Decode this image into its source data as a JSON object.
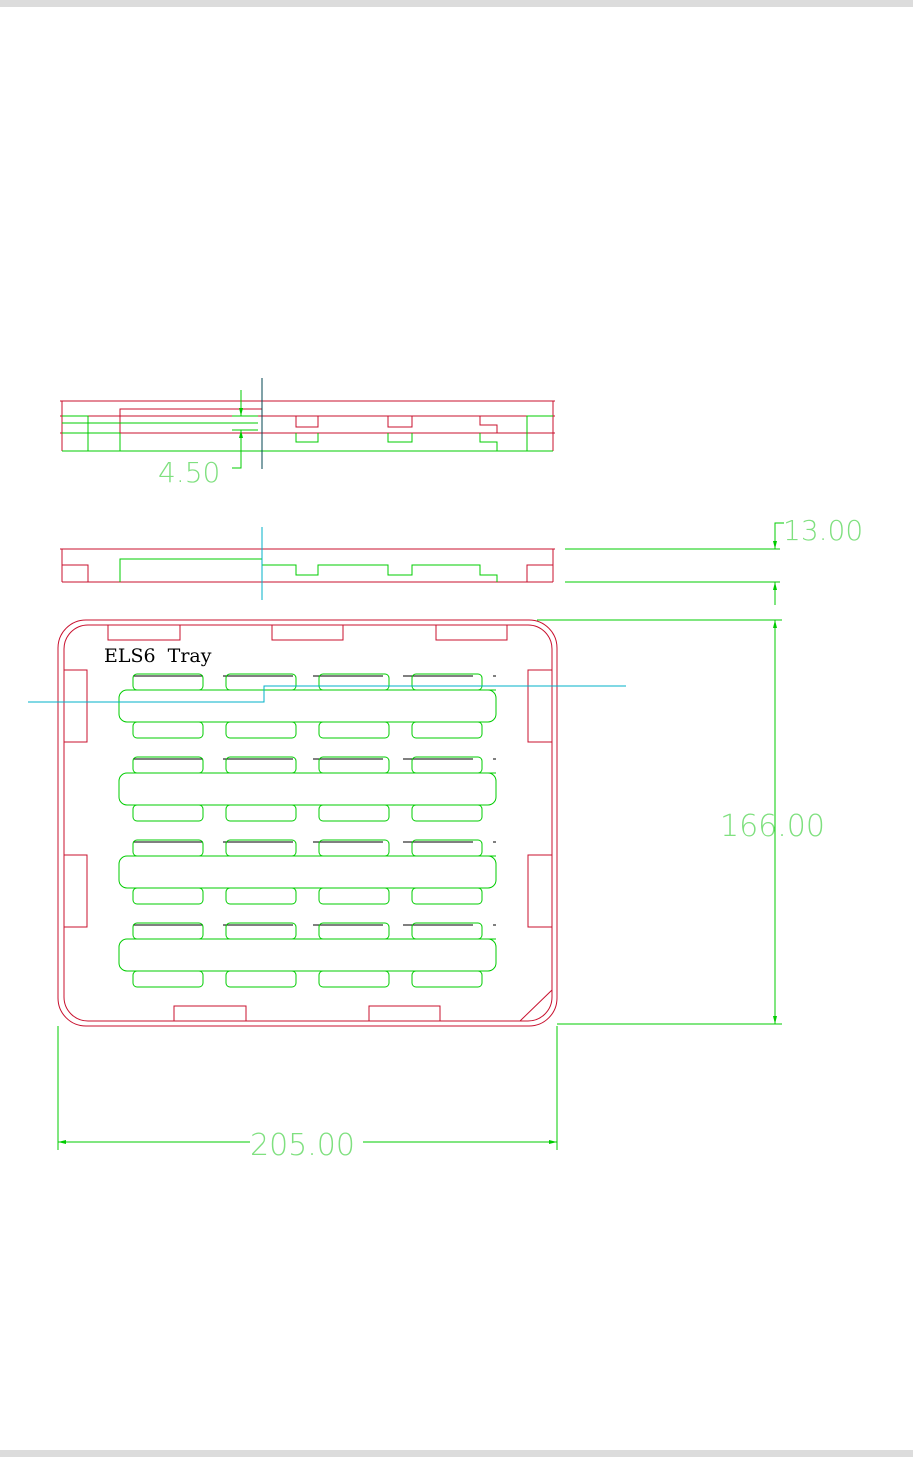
{
  "drawing": {
    "label": "ELS6  Tray",
    "dimensions": {
      "step_height": "4.50",
      "tray_height": "13.00",
      "tray_depth": "166.00",
      "tray_width": "205.00"
    }
  },
  "colors": {
    "outline": "#c8102e",
    "pocket": "#00cc00",
    "centerline": "#00b0c8",
    "dimension_text": "#7fe07f"
  }
}
